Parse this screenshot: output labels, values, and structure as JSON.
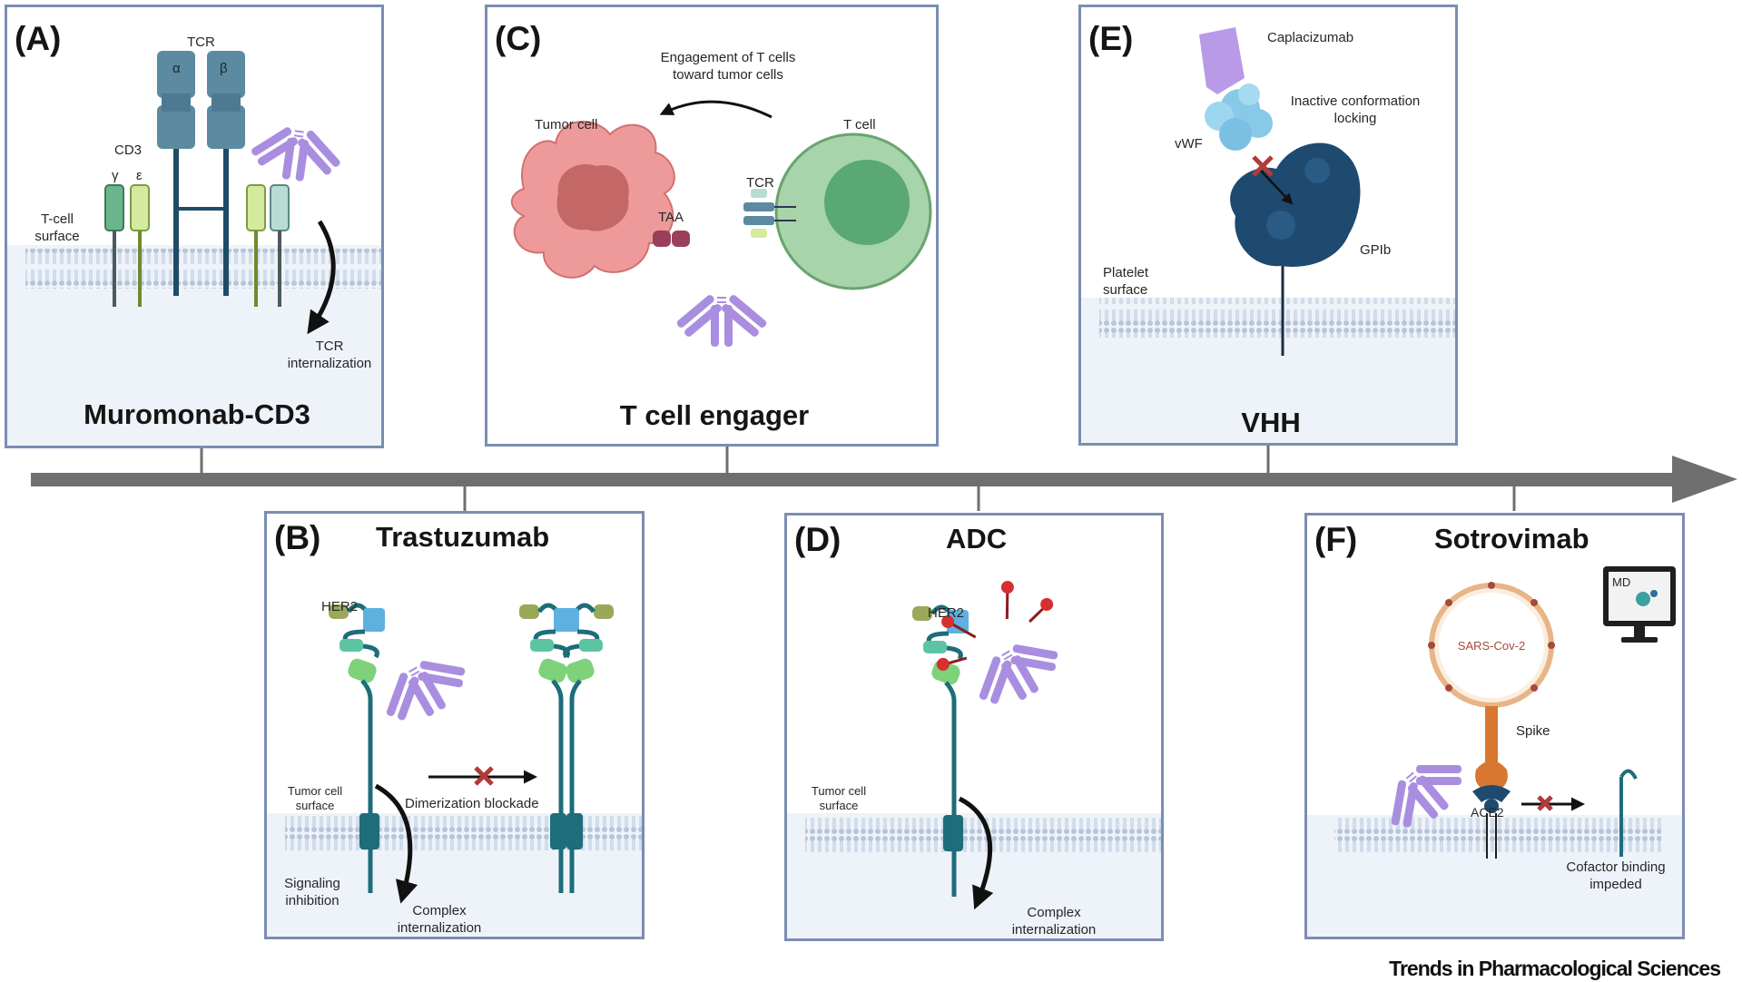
{
  "figure_credit": "Trends in Pharmacological Sciences",
  "colors": {
    "panel_border": "#7b8db2",
    "timeline": "#6f6f6f",
    "antibody": "#a98ee0",
    "tcr": "#5c8aa0",
    "membrane": "#c7d3e3",
    "tumor_cell": "#ee8e8e",
    "t_cell": "#a7d4aa",
    "gp1b": "#1f4a70",
    "vwf": "#88c9e8",
    "spike": "#d8772f",
    "block_x": "#b23a3a"
  },
  "panels": {
    "A": {
      "letter": "(A)",
      "title": "Muromonab-CD3",
      "labels": {
        "tcr": "TCR",
        "alpha": "α",
        "beta": "β",
        "cd3": "CD3",
        "gamma": "γ",
        "epsilon": "ε",
        "surface_1": "T-cell",
        "surface_2": "surface",
        "intern_1": "TCR",
        "intern_2": "internalization"
      },
      "icons": [
        "tcr-receptor-icon",
        "cd3-complex-icon",
        "antibody-icon",
        "cell-membrane-icon",
        "curved-arrow-icon"
      ]
    },
    "B": {
      "letter": "(B)",
      "title": "Trastuzumab",
      "labels": {
        "her2": "HER2",
        "surface_1": "Tumor cell",
        "surface_2": "surface",
        "dimer": "Dimerization blockade",
        "signal_1": "Signaling",
        "signal_2": "inhibition",
        "complex_1": "Complex",
        "complex_2": "internalization"
      },
      "icons": [
        "her2-receptor-icon",
        "antibody-icon",
        "blocked-arrow-icon",
        "cell-membrane-icon",
        "curved-arrow-icon"
      ]
    },
    "C": {
      "letter": "(C)",
      "title": "T cell engager",
      "labels": {
        "engage_1": "Engagement of T cells",
        "engage_2": "toward tumor cells",
        "tumor": "Tumor cell",
        "tcell": "T cell",
        "tcr": "TCR",
        "taa": "TAA"
      },
      "icons": [
        "tumor-cell-icon",
        "t-cell-icon",
        "bispecific-antibody-icon",
        "curved-arrow-icon"
      ]
    },
    "D": {
      "letter": "(D)",
      "title": "ADC",
      "labels": {
        "her2": "HER2",
        "surface_1": "Tumor cell",
        "surface_2": "surface",
        "complex_1": "Complex",
        "complex_2": "internalization"
      },
      "icons": [
        "her2-receptor-icon",
        "drug-conjugate-antibody-icon",
        "cell-membrane-icon",
        "curved-arrow-icon"
      ]
    },
    "E": {
      "letter": "(E)",
      "title": "VHH",
      "labels": {
        "capla": "Caplacizumab",
        "inactive_1": "Inactive conformation",
        "inactive_2": "locking",
        "vwf": "vWF",
        "gp1b": "GPIb",
        "surface_1": "Platelet",
        "surface_2": "surface"
      },
      "icons": [
        "nanobody-icon",
        "vwf-protein-icon",
        "gp1b-receptor-icon",
        "blocked-arrow-icon",
        "cell-membrane-icon"
      ]
    },
    "F": {
      "letter": "(F)",
      "title": "Sotrovimab",
      "labels": {
        "md": "MD",
        "virus": "SARS-Cov-2",
        "spike": "Spike",
        "ace2": "ACE2",
        "cofactor_1": "Cofactor binding",
        "cofactor_2": "impeded"
      },
      "icons": [
        "monitor-icon",
        "virus-icon",
        "antibody-icon",
        "ace2-receptor-icon",
        "blocked-arrow-icon",
        "cell-membrane-icon"
      ]
    }
  }
}
